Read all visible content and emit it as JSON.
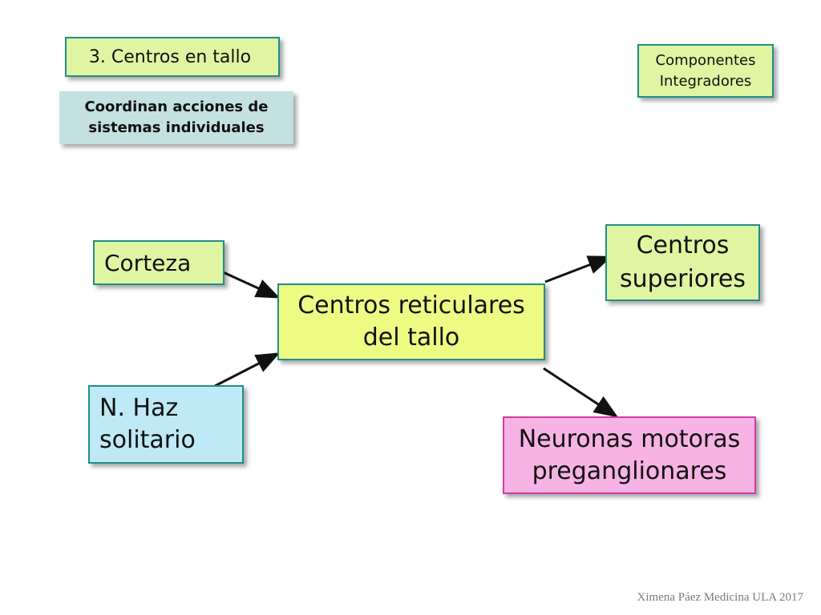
{
  "title": "3. Centros en tallo",
  "subtitle": "Coordinan acciones de\nsistemas individuales",
  "corner_note": "Componentes\nIntegradores",
  "nodes": {
    "corteza": "Corteza",
    "centros_superiores": "Centros\nsuperiores",
    "centros_reticulares": "Centros reticulares\ndel tallo",
    "haz_solitario": "N. Haz\n solitario",
    "neuronas_motoras": "Neuronas motoras\npreganglionares"
  },
  "footer": "Ximena Páez Medicina ULA 2017"
}
